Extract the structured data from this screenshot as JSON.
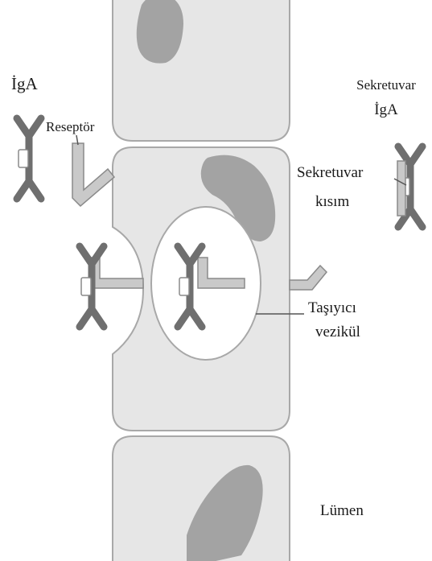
{
  "labels": {
    "iga": "İgA",
    "receptor": "Reseptör",
    "secretory_iga_line1": "Sekretuvar",
    "secretory_iga_line2": "İgA",
    "secretory_part_line1": "Sekretuvar",
    "secretory_part_line2": "kısım",
    "transport_vesicle_line1": "Taşıyıcı",
    "transport_vesicle_line2": "vezikül",
    "lumen": "Lümen"
  },
  "colors": {
    "cell_fill": "#e6e6e6",
    "cell_stroke": "#a8a8a8",
    "nucleus": "#a3a3a3",
    "antibody": "#6f6f6f",
    "receptor": "#c9c9c9",
    "receptor_stroke": "#8a8a8a",
    "vesicle": "#ffffff",
    "leader": "#555555"
  }
}
